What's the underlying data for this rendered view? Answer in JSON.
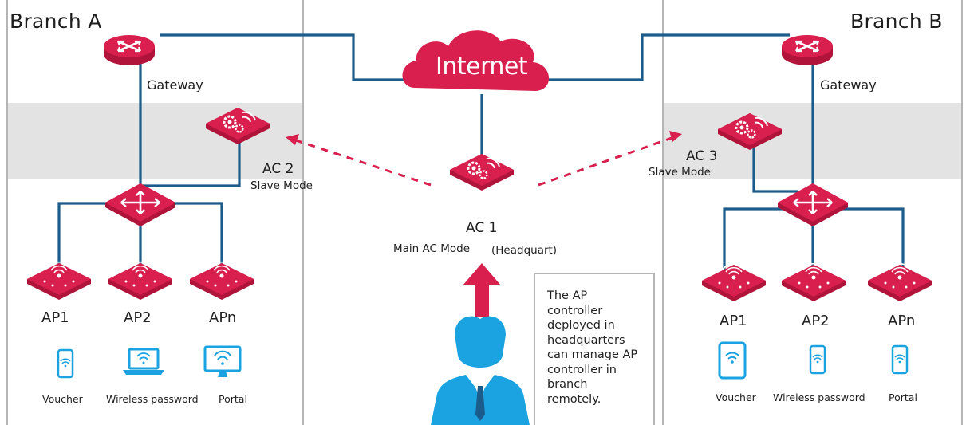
{
  "branch_a": {
    "title": "Branch A",
    "gateway": "Gateway",
    "ac_name": "AC 2",
    "ac_mode": "Slave Mode",
    "aps": [
      "AP1",
      "AP2",
      "APn"
    ],
    "devices": [
      "Voucher",
      "Wireless password",
      "Portal"
    ]
  },
  "branch_b": {
    "title": "Branch B",
    "gateway": "Gateway",
    "ac_name": "AC 3",
    "ac_mode": "Slave Mode",
    "aps": [
      "AP1",
      "AP2",
      "APn"
    ],
    "devices": [
      "Voucher",
      "Wireless password",
      "Portal"
    ]
  },
  "internet": {
    "label": "Internet"
  },
  "hq": {
    "ac_name": "AC 1",
    "ac_mode": "Main AC Mode",
    "location": "(Headquart)"
  },
  "note": {
    "text": "The AP controller deployed in headquarters can manage AP controller in branch remotely."
  },
  "colors": {
    "device_red": "#d81f4e",
    "device_red_dark": "#b0143b",
    "link_blue": "#1c5c8a",
    "accent_cyan": "#1aa3e0",
    "band_gray": "#e3e3e3",
    "border_gray": "#b5b5b5"
  },
  "icons": [
    "router-icon",
    "switch-icon",
    "ac-controller-icon",
    "access-point-icon",
    "cloud-icon",
    "phone-icon",
    "laptop-icon",
    "monitor-icon",
    "tablet-icon",
    "user-icon",
    "arrow-up-icon"
  ]
}
